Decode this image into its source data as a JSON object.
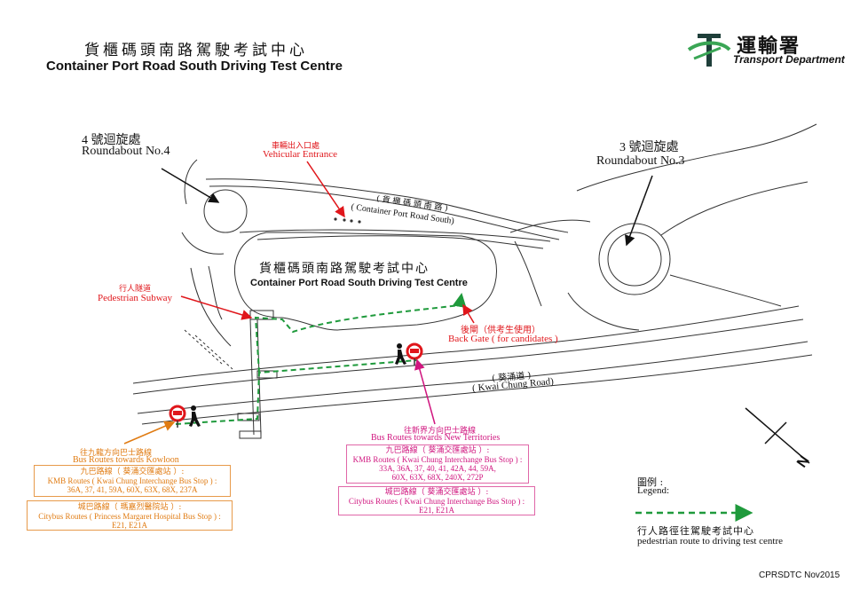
{
  "header": {
    "title_cn": "貨櫃碼頭南路駕駛考試中心",
    "title_en": "Container Port Road South Driving Test Centre"
  },
  "logo": {
    "name_cn": "運輸署",
    "name_en": "Transport Department",
    "icon": "transport-department-logo-icon",
    "colors": {
      "dark": "#1f3f3a",
      "green": "#3aa655"
    }
  },
  "map": {
    "roundabout_4": {
      "cn": "4 號迴旋處",
      "en": "Roundabout No.4"
    },
    "roundabout_3": {
      "cn": "3 號迴旋處",
      "en": "Roundabout No.3"
    },
    "road_container_port": {
      "cn": "( 貨 櫃 碼 頭 南 路 )",
      "en": "( Container Port Road South)"
    },
    "road_kwai_chung": {
      "cn": "( 葵涌道 )",
      "en": "( Kwai Chung Road)"
    },
    "centre": {
      "cn": "貨櫃碼頭南路駕駛考試中心",
      "en": "Container Port Road South Driving Test Centre"
    },
    "vehicular_entrance": {
      "cn": "車輛出入口處",
      "en": "Vehicular Entrance"
    },
    "pedestrian_subway": {
      "cn": "行人隧道",
      "en": "Pedestrian Subway"
    },
    "back_gate": {
      "cn": "後閘（供考生使用）",
      "en": "Back Gate ( for candidates )"
    },
    "north_label": "N"
  },
  "bus_kowloon": {
    "title_cn": "往九龍方向巴士路線",
    "title_en": "Bus Routes  towards  Kowloon",
    "kmb_title_cn": "九巴路線（ 葵涌交匯處站 ）:",
    "kmb_title_en": "KMB Routes ( Kwai Chung Interchange Bus Stop ) :",
    "kmb_routes": "36A, 37, 41, 59A, 60X, 63X, 68X, 237A",
    "citybus_title_cn": "城巴路線（ 瑪嘉烈醫院站 ）:",
    "citybus_title_en": "Citybus Routes ( Princess Margaret Hospital Bus Stop ) :",
    "citybus_routes": "E21, E21A"
  },
  "bus_nt": {
    "title_cn": "往新界方向巴士路線",
    "title_en": "Bus Routes  towards New Territories",
    "kmb_title_cn": "九巴路線（ 葵涌交匯處站 ）:",
    "kmb_title_en": "KMB Routes ( Kwai Chung Interchange Bus Stop ) :",
    "kmb_routes_1": "33A, 36A, 37, 40, 41, 42A, 44, 59A,",
    "kmb_routes_2": "60X, 63X, 68X, 240X, 272P",
    "citybus_title_cn": "城巴路線（ 葵涌交匯處站 ）:",
    "citybus_title_en": "Citybus Routes ( Kwai Chung Interchange Bus Stop ) :",
    "citybus_routes": "E21, E21A"
  },
  "legend": {
    "title_cn": "圖例 :",
    "title_en": "Legend:",
    "route_cn": "行人路徑往駕駛考試中心",
    "route_en": "pedestrian route to driving test centre"
  },
  "footer": {
    "code": "CPRSDTC Nov2015"
  },
  "colors": {
    "red": "#e0161b",
    "magenta": "#d0167f",
    "orange": "#e07b12",
    "route_green": "#1f9a3c",
    "road": "#333333"
  }
}
